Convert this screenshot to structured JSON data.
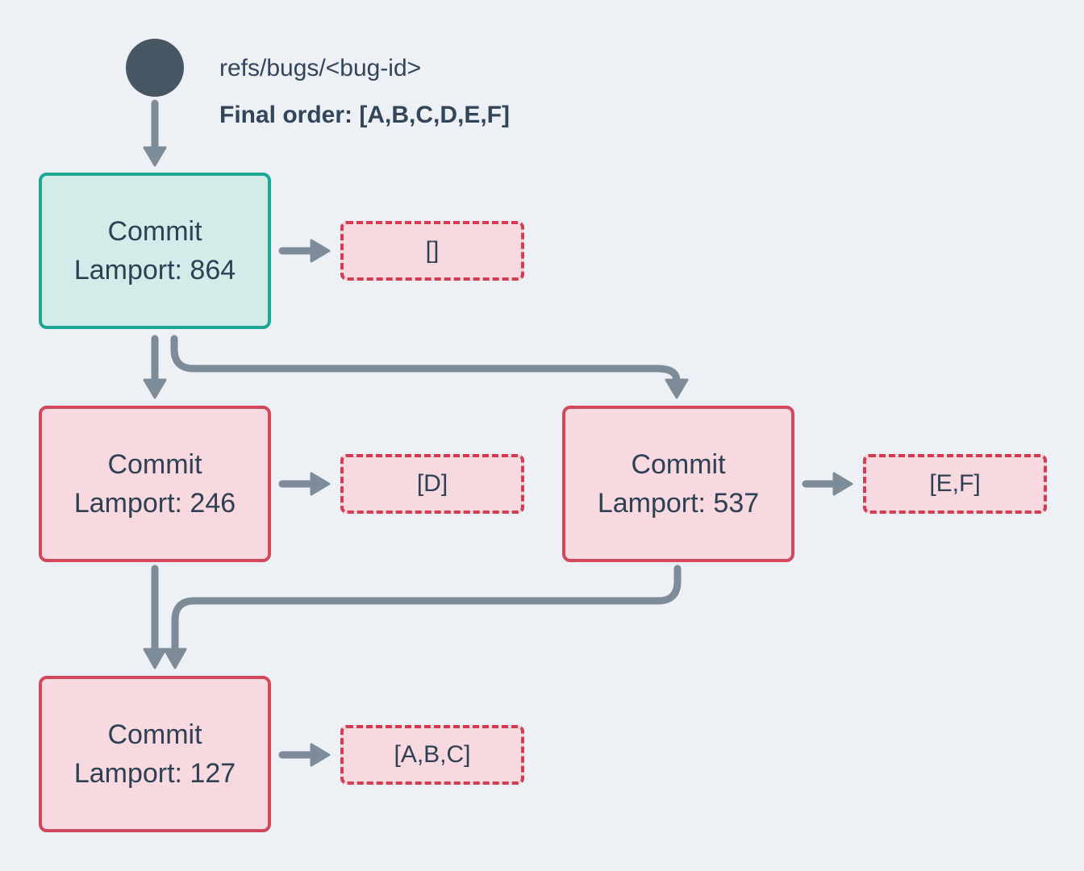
{
  "header": {
    "ref_label": "refs/bugs/<bug-id>",
    "final_order_label": "Final order: [A,B,C,D,E,F]"
  },
  "nodes": {
    "commit864": {
      "line1": "Commit",
      "line2": "Lamport: 864"
    },
    "commit246": {
      "line1": "Commit",
      "line2": "Lamport: 246"
    },
    "commit537": {
      "line1": "Commit",
      "line2": "Lamport: 537"
    },
    "commit127": {
      "line1": "Commit",
      "line2": "Lamport: 127"
    }
  },
  "payloads": {
    "commit864": {
      "label": "[]"
    },
    "commit246": {
      "label": "[D]"
    },
    "commit537": {
      "label": "[E,F]"
    },
    "commit127": {
      "label": "[A,B,C]"
    }
  },
  "colors": {
    "background": "#edf1f5",
    "edge_gray": "#7e8c9a",
    "text_dark_slate": "#2e4053",
    "ref_circle": "#475663",
    "head_border_teal": "#1fa795",
    "head_fill_teal": "#d3ecea",
    "commit_border_red": "#d2495c",
    "payload_border_red": "#d53c52",
    "pink_fill": "#f8d9df"
  }
}
